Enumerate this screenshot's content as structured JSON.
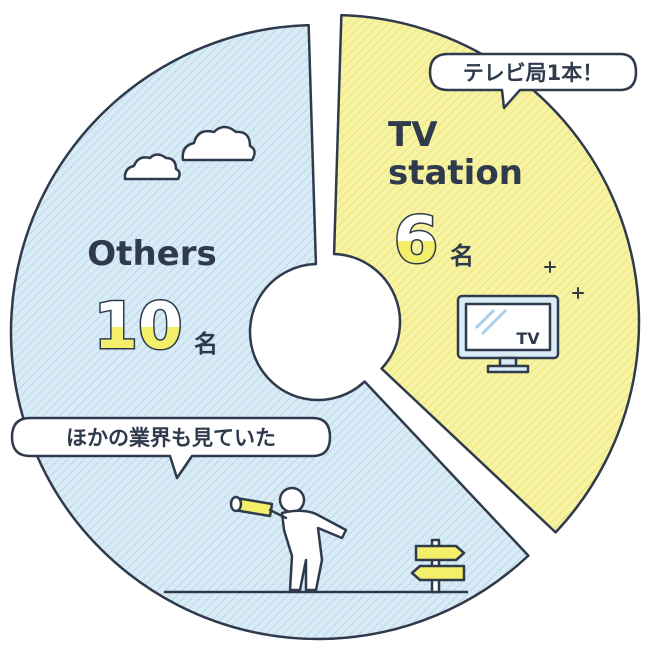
{
  "chart_data": {
    "type": "pie",
    "style": "donut",
    "slices": [
      {
        "label": "TV station",
        "value": 6,
        "unit": "名",
        "color": "#f6f3a6",
        "note": "テレビ局1本！"
      },
      {
        "label": "Others",
        "value": 10,
        "unit": "名",
        "color": "#d9ecf6",
        "note": "ほかの業界も見ていた"
      }
    ]
  },
  "labels": {
    "tv_line1": "TV",
    "tv_line2": "station",
    "tv_value": "6",
    "tv_unit": "名",
    "others_label": "Others",
    "others_value": "10",
    "others_unit": "名",
    "tv_bubble": "テレビ局1本！",
    "others_bubble": "ほかの業界も見ていた",
    "tv_screen": "TV"
  },
  "colors": {
    "outline": "#2f3a4c",
    "tv_fill": "#f6f3a6",
    "others_fill": "#d9ecf6",
    "number_highlight": "#f3ef6a"
  },
  "icons": [
    "cloud-icon",
    "television-icon",
    "sparkle-icon",
    "person-with-telescope-icon",
    "signpost-icon"
  ]
}
